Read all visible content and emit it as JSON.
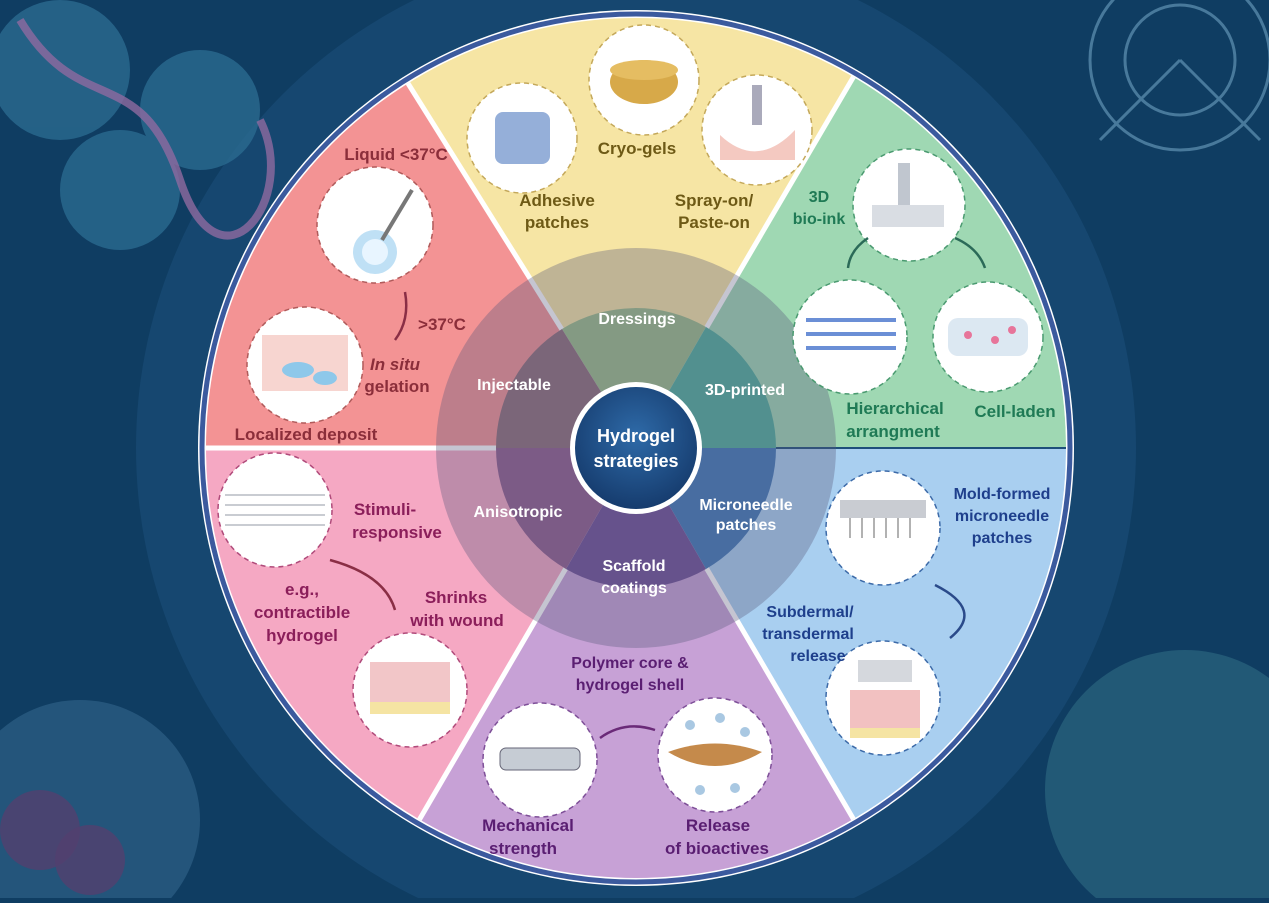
{
  "center": {
    "line1": "Hydrogel",
    "line2": "strategies"
  },
  "colors": {
    "background": "#0f3d62",
    "frame": "#3b5a9e",
    "injectable": "#f39394",
    "dressings": "#f6e5a4",
    "printed": "#9fd8b3",
    "microneedle": "#a9cff0",
    "scaffold": "#c7a1d6",
    "anisotropic": "#f5a8c3"
  },
  "categories": {
    "dressings": {
      "label": "Dressings",
      "items": {
        "adhesive_1": "Adhesive",
        "adhesive_2": "patches",
        "cryo": "Cryo-gels",
        "spray_1": "Spray-on/",
        "spray_2": "Paste-on"
      }
    },
    "printed": {
      "label": "3D-printed",
      "items": {
        "bioink_1": "3D",
        "bioink_2": "bio-ink",
        "hier_1": "Hierarchical",
        "hier_2": "arrangment",
        "cell": "Cell-laden"
      }
    },
    "microneedle": {
      "label_1": "Microneedle",
      "label_2": "patches",
      "items": {
        "mold_1": "Mold-formed",
        "mold_2": "microneedle",
        "mold_3": "patches",
        "sub_1": "Subdermal/",
        "sub_2": "transdermal",
        "sub_3": "release"
      }
    },
    "scaffold": {
      "label_1": "Scaffold",
      "label_2": "coatings",
      "items": {
        "poly_1": "Polymer core &",
        "poly_2": "hydrogel shell",
        "mech_1": "Mechanical",
        "mech_2": "strength",
        "rel_1": "Release",
        "rel_2": "of bioactives"
      }
    },
    "anisotropic": {
      "label": "Anisotropic",
      "items": {
        "stim_1": "Stimuli-",
        "stim_2": "responsive",
        "eg_1": "e.g.,",
        "eg_2": "contractible",
        "eg_3": "hydrogel",
        "shr_1": "Shrinks",
        "shr_2": "with wound"
      }
    },
    "injectable": {
      "label": "Injectable",
      "items": {
        "liquid": "Liquid <37°C",
        "temp": ">37°C",
        "insitu": "In situ",
        "gel": "gelation",
        "local": "Localized deposit"
      }
    }
  }
}
